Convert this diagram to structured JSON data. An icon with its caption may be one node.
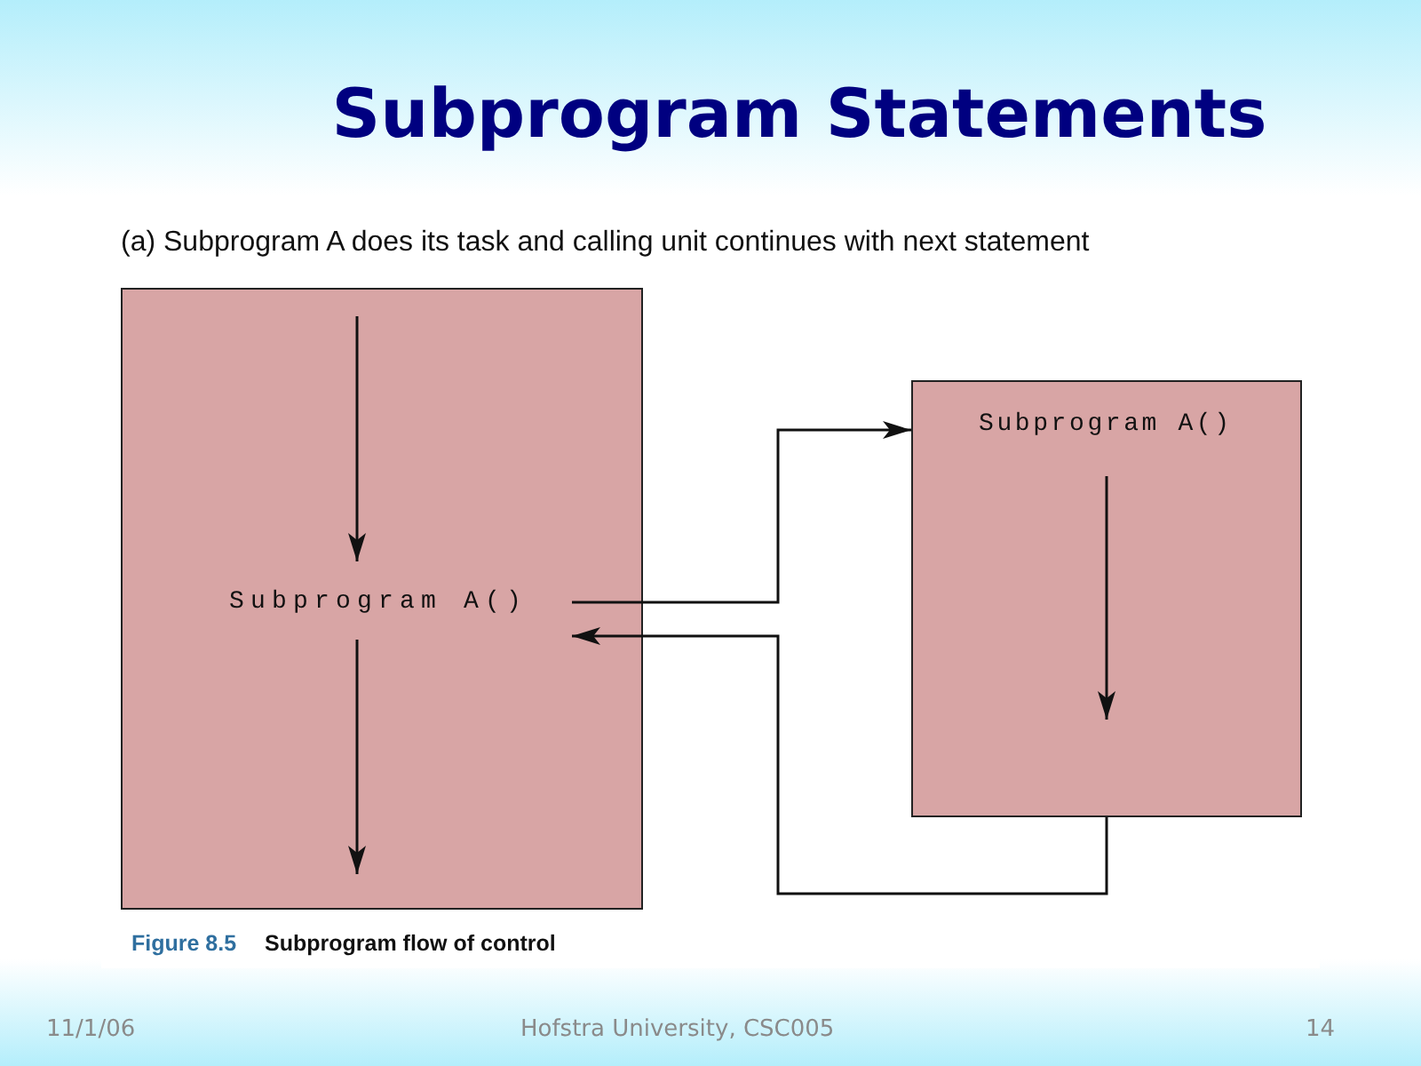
{
  "diagram": {
    "title": "Subprogram Statements",
    "nodes": [
      {
        "text": [],
        "shape": "box"
      },
      {
        "text": [
          "Subprogram A()"
        ],
        "in": 0
      },
      {
        "text": [],
        "shape": "box"
      },
      {
        "text": [
          "Subprogram A()"
        ],
        "in": 2
      }
    ],
    "edges": [
      {
        "from": null,
        "to": 1,
        "arrow": "to"
      },
      {
        "from": 1,
        "to": null,
        "arrow": "to"
      },
      {
        "from": 1,
        "to": 2,
        "arrow": "to"
      },
      {
        "from": 2,
        "to": 1,
        "arrow": "to"
      },
      {
        "from": 3,
        "to": null,
        "arrow": "to"
      }
    ],
    "labels": [
      "(a) Subprogram A does its task and calling unit continues with next statement",
      "Figure 8.5",
      "Subprogram flow of control",
      "11/1/06",
      "Hofstra University, CSC005",
      "14"
    ]
  }
}
